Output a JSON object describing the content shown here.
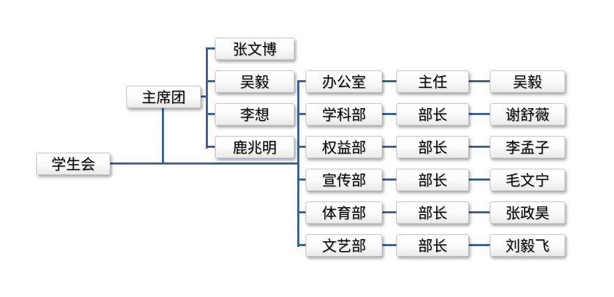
{
  "org": {
    "root": "学生会",
    "presidium": "主席团",
    "members": [
      "张文博",
      "吴毅",
      "李想",
      "鹿兆明"
    ],
    "departments": [
      {
        "name": "办公室",
        "title": "主任",
        "head": "吴毅"
      },
      {
        "name": "学科部",
        "title": "部长",
        "head": "谢舒薇"
      },
      {
        "name": "权益部",
        "title": "部长",
        "head": "李孟子"
      },
      {
        "name": "宣传部",
        "title": "部长",
        "head": "毛文宁"
      },
      {
        "name": "体育部",
        "title": "部长",
        "head": "张政昊"
      },
      {
        "name": "文艺部",
        "title": "部长",
        "head": "刘毅飞"
      }
    ]
  },
  "style": {
    "connector_color": "#3A5F9B",
    "node_background": "#FFFFFF",
    "node_border": "#C6C6C6",
    "text_color": "#000000"
  }
}
